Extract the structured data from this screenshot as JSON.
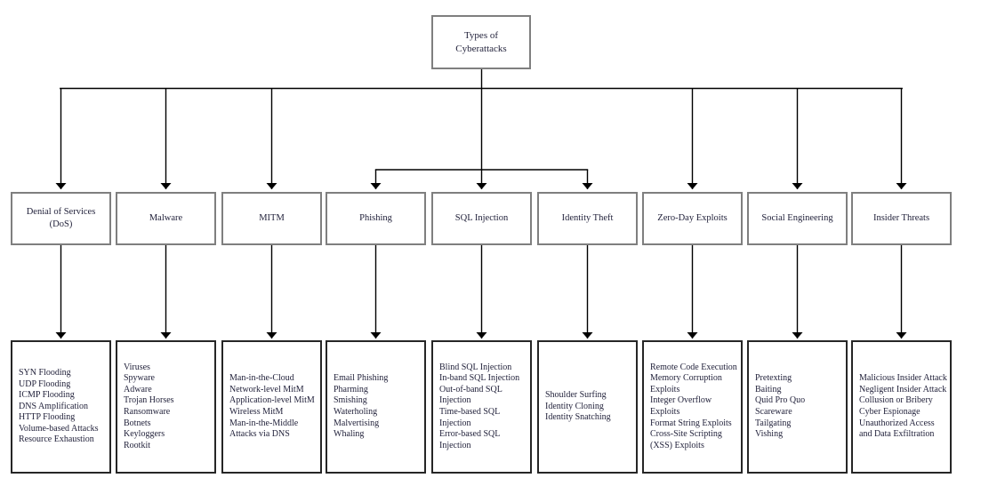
{
  "diagram": {
    "root_label": "Types of Cyberattacks",
    "categories": [
      {
        "label": "Denial of Services (DoS)",
        "items": [
          "SYN Flooding",
          "UDP Flooding",
          "ICMP Flooding",
          "DNS Amplification",
          "HTTP Flooding",
          "Volume-based Attacks",
          "Resource Exhaustion"
        ]
      },
      {
        "label": "Malware",
        "items": [
          "Viruses",
          "Spyware",
          "Adware",
          "Trojan Horses",
          "Ransomware",
          "Botnets",
          "Keyloggers",
          "Rootkit"
        ]
      },
      {
        "label": "MITM",
        "items": [
          "Man-in-the-Cloud",
          "Network-level MitM",
          "Application-level MitM",
          "Wireless MitM",
          "Man-in-the-Middle Attacks via DNS"
        ]
      },
      {
        "label": "Phishing",
        "items": [
          "Email Phishing",
          "Pharming",
          "Smishing",
          "Waterholing",
          "Malvertising",
          "Whaling"
        ]
      },
      {
        "label": "SQL Injection",
        "items": [
          "Blind SQL Injection",
          "In-band SQL Injection",
          "Out-of-band SQL Injection",
          "Time-based SQL Injection",
          "Error-based SQL Injection"
        ]
      },
      {
        "label": "Identity Theft",
        "items": [
          "Shoulder Surfing",
          "Identity Cloning",
          "Identity Snatching"
        ]
      },
      {
        "label": "Zero-Day Exploits",
        "items": [
          "Remote Code Execution",
          "Memory Corruption Exploits",
          "Integer Overflow Exploits",
          "Format String Exploits",
          "Cross-Site Scripting (XSS) Exploits"
        ]
      },
      {
        "label": "Social Engineering",
        "items": [
          "Pretexting",
          "Baiting",
          "Quid Pro Quo",
          "Scareware",
          "Tailgating",
          "Vishing"
        ]
      },
      {
        "label": "Insider Threats",
        "items": [
          "Malicious Insider Attack",
          "Negligent Insider Attack",
          "Collusion or Bribery",
          "Cyber Espionage",
          "Unauthorized Access and Data Exfiltration"
        ]
      }
    ]
  },
  "colors": {
    "background": "#ffffff",
    "box_border_gray": "#7f7f7f",
    "detail_box_border": "#262626",
    "connector_line": "#000000",
    "text": "#23233c"
  }
}
